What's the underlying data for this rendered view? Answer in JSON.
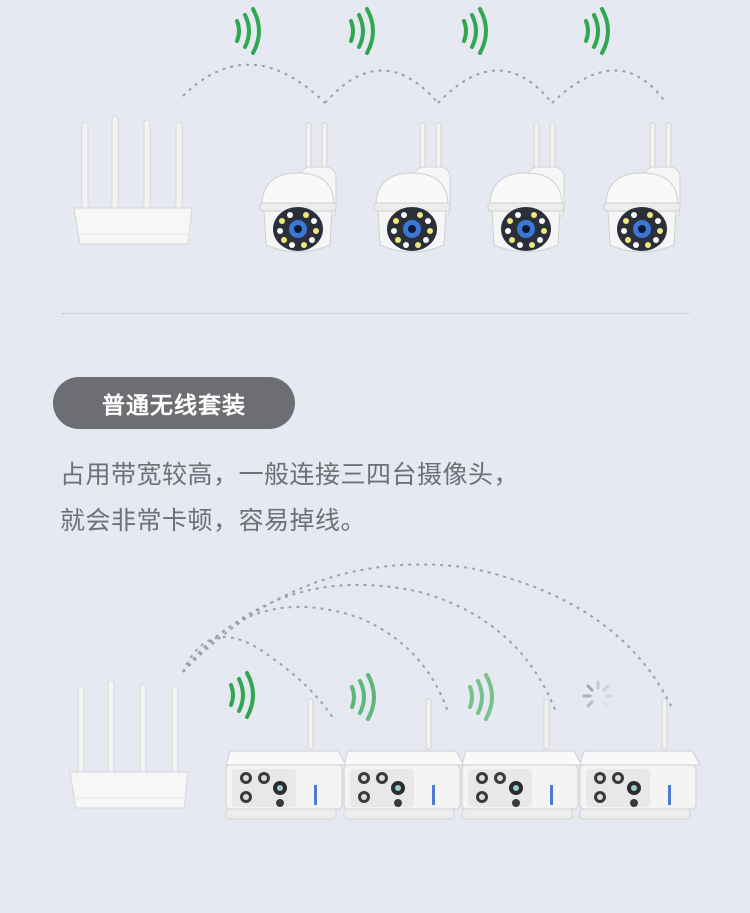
{
  "label": {
    "text": "普通无线套装"
  },
  "description": {
    "line1": "占用带宽较高，一般连接三四台摄像头，",
    "line2": "就会非常卡顿，容易掉线。"
  },
  "colors": {
    "background": "#e6e8f2",
    "wifi_green": "#2fa84f",
    "pill": "#6d6e72",
    "text": "#6f7075"
  },
  "icons": {
    "router": "router-icon",
    "dome_camera": "dome-camera-icon",
    "bullet_camera": "bullet-camera-icon",
    "wifi": "wifi-signal-icon",
    "loading": "loading-spinner-icon"
  }
}
